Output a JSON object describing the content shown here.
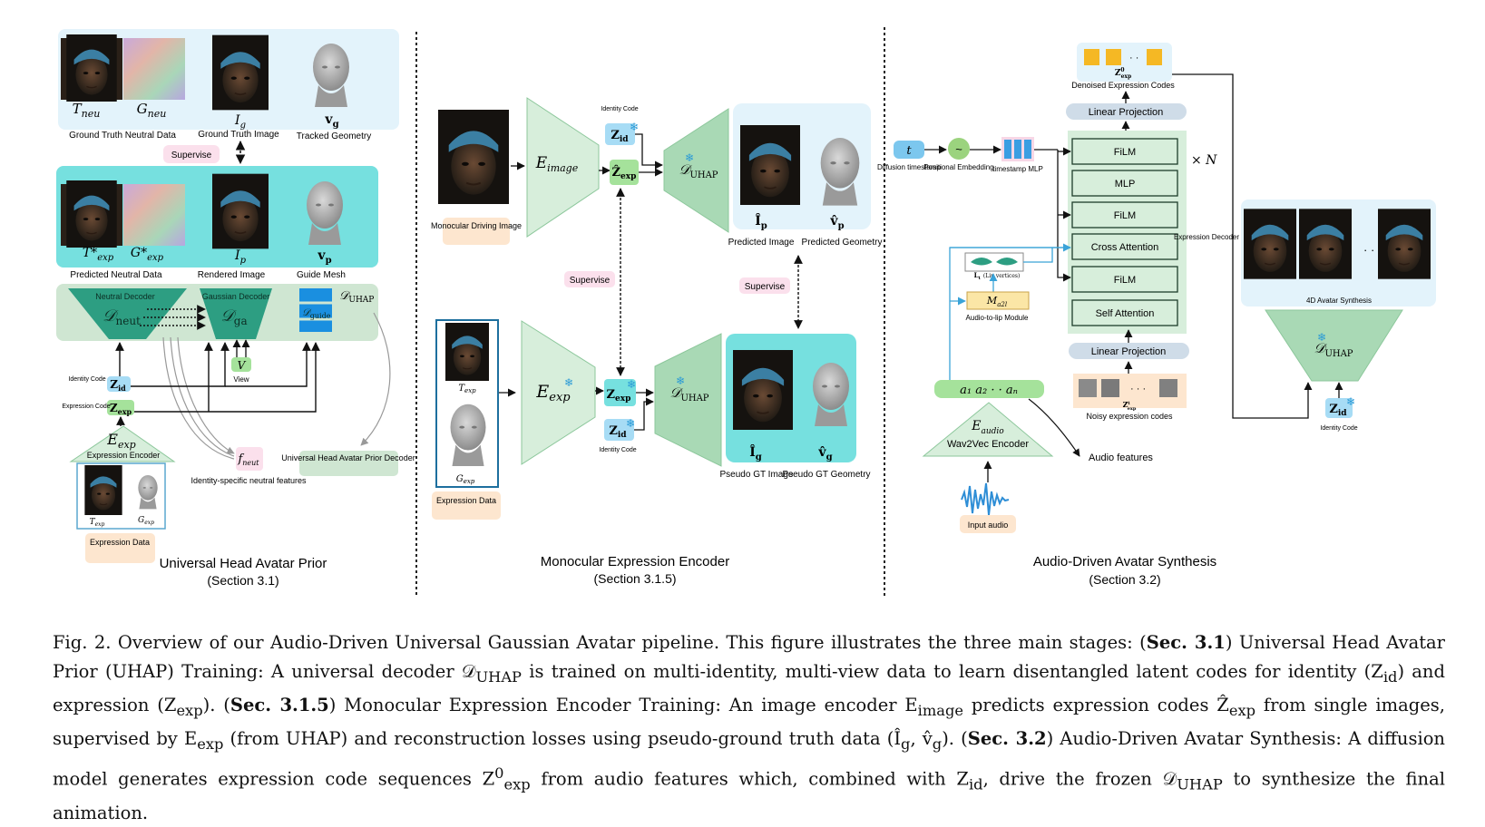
{
  "colors": {
    "light_blue_panel": "#e3f3fb",
    "teal_panel": "#76e0df",
    "decoder_green": "#cfe6d2",
    "dark_trapezoid": "#2d9e82",
    "pale_green": "#d7eedb",
    "pink_tag": "#fbe0ec",
    "peach_tag": "#fde6cf",
    "code_blue": "#a7dcf5",
    "code_green": "#a5e29b",
    "grey_pill": "#cfdce8",
    "audio_blue": "#2e8ed6"
  },
  "s1": {
    "tneu": "T",
    "tneu_sub": "neu",
    "gneu": "G",
    "gneu_sub": "neu",
    "gt_neutral": "Ground Truth Neutral Data",
    "ig": "I",
    "ig_sub": "g",
    "gt_image": "Ground Truth Image",
    "vg": "v",
    "vg_sub": "g",
    "tracked_geometry": "Tracked Geometry",
    "supervise": "Supervise",
    "texp_star": "T*",
    "texp_star_sub": "exp",
    "gexp_star": "G*",
    "gexp_star_sub": "exp",
    "pred_neutral": "Predicted Neutral Data",
    "ip": "I",
    "ip_sub": "p",
    "rendered_image": "Rendered Image",
    "vp": "v",
    "vp_sub": "p",
    "guide_mesh": "Guide Mesh",
    "neutral_decoder": "Neutral Decoder",
    "d_neut": "𝒟",
    "d_neut_sub": "neut",
    "gaussian_decoder": "Gaussian Decoder",
    "d_ga": "𝒟",
    "d_ga_sub": "ga",
    "d_guide": "𝒟",
    "d_guide_sub": "guide",
    "d_uhap": "𝒟",
    "d_uhap_sub": "UHAP",
    "v_label": "V",
    "view": "View",
    "identity_code": "Identity Code",
    "zid": "Z",
    "zid_sub": "id",
    "expression_code": "Expression Code",
    "zexp": "Z",
    "zexp_sub": "exp",
    "eexp": "E",
    "eexp_sub": "exp",
    "expression_encoder": "Expression Encoder",
    "texp": "T",
    "texp_sub": "exp",
    "gexp": "G",
    "gexp_sub": "exp",
    "expression_data": "Expression Data",
    "fneut": "f",
    "fneut_sub": "neut",
    "identity_specific": "Identity-specific neutral features",
    "uhap_prior_decoder": "Universal Head Avatar Prior Decoder",
    "title": "Universal Head Avatar Prior",
    "section": "(Section 3.1)"
  },
  "s2": {
    "monocular_driving": "Monocular Driving Image",
    "eimage": "E",
    "eimage_sub": "image",
    "identity_code": "Identity Code",
    "zid": "Z",
    "zid_sub": "id",
    "zexp_hat": "Ẑ",
    "zexp_hat_sub": "exp",
    "d_uhap": "𝒟",
    "d_uhap_sub": "UHAP",
    "ip_hat": "Î",
    "ip_hat_sub": "p",
    "predicted_image": "Predicted Image",
    "vp_hat": "v̂",
    "vp_hat_sub": "p",
    "predicted_geometry": "Predicted Geometry",
    "supervise": "Supervise",
    "texp": "T",
    "texp_sub": "exp",
    "gexp": "G",
    "gexp_sub": "exp",
    "expression_data": "Expression Data",
    "eexp": "E",
    "eexp_sub": "exp",
    "zexp": "Z",
    "zexp_sub": "exp",
    "ig_hat": "Î",
    "ig_hat_sub": "g",
    "pseudo_gt_image": "Pseudo GT Image",
    "vg_hat": "v̂",
    "vg_hat_sub": "g",
    "pseudo_gt_geometry": "Pseudo GT Geometry",
    "title": "Monocular Expression Encoder",
    "section": "(Section 3.1.5)"
  },
  "s3": {
    "t": "t",
    "diffusion_timestamp": "Diffusion timestamp",
    "tilde": "~",
    "positional_embedding": "Positional Embedding",
    "timestamp_mlp": "timestamp MLP",
    "z0": "Z",
    "z0_sup": "0",
    "z0_sub": "exp",
    "denoised": "Denoised Expression Codes",
    "linear_projection_top": "Linear Projection",
    "film1": "FiLM",
    "mlp": "MLP",
    "film2": "FiLM",
    "cross_attention": "Cross Attention",
    "film3": "FiLM",
    "self_attention": "Self Attention",
    "linear_projection_bottom": "Linear Projection",
    "times_n": "× N",
    "expression_decoder": "Expression Decoder",
    "lip_label": "L",
    "lip_sub": "t",
    "lip_note": "(Lip vertices)",
    "ma2l": "M",
    "ma2l_sub": "a2l",
    "audio_to_lip": "Audio-to-lip Module",
    "audio_seq": "a₁  a₂  · ·   aₙ",
    "eaudio": "E",
    "eaudio_sub": "audio",
    "wav2vec": "Wav2Vec Encoder",
    "audio_features": "Audio features",
    "input_audio": "Input audio",
    "zt": "Z",
    "zt_sup": "t",
    "zt_sub": "exp",
    "noisy_codes": "Noisy expression codes",
    "synthesis_4d": "4D Avatar Synthesis",
    "d_uhap": "𝒟",
    "d_uhap_sub": "UHAP",
    "zid": "Z",
    "zid_sub": "id",
    "identity_code": "Identity Code",
    "dots": "· · ·",
    "title": "Audio-Driven Avatar Synthesis",
    "section": "(Section 3.2)"
  },
  "caption": {
    "p1": "Fig. 2.  Overview of our Audio-Driven Universal Gaussian Avatar pipeline. This figure illustrates the three main stages: (",
    "b1": "Sec. 3.1",
    "p2": ") Universal Head Avatar Prior (UHAP) Training: A universal decoder 𝒟",
    "s2": "UHAP",
    "p3": " is trained on multi-identity, multi-view data to learn disentangled latent codes for identity (Z",
    "s3": "id",
    "p4": ") and expression (Z",
    "s4": "exp",
    "p5": "). (",
    "b2": "Sec. 3.1.5",
    "p6": ") Monocular Expression Encoder Training: An image encoder E",
    "s6": "image",
    "p7": " predicts expression codes Ẑ",
    "s7": "exp",
    "p8": " from single images, supervised by E",
    "s8": "exp",
    "p9": " (from UHAP) and reconstruction losses using pseudo-ground truth data (Î",
    "s9": "g",
    "p10": ", v̂",
    "s10": "g",
    "p11": "). (",
    "b3": "Sec. 3.2",
    "p12": ") Audio-Driven Avatar Synthesis: A diffusion model generates expression code sequences Z",
    "sup13": "0",
    "s13": "exp",
    "p13": " from audio features which, combined with Z",
    "s14": "id",
    "p14": ", drive the frozen 𝒟",
    "s15": "UHAP",
    "p15": " to synthesize the final animation."
  }
}
